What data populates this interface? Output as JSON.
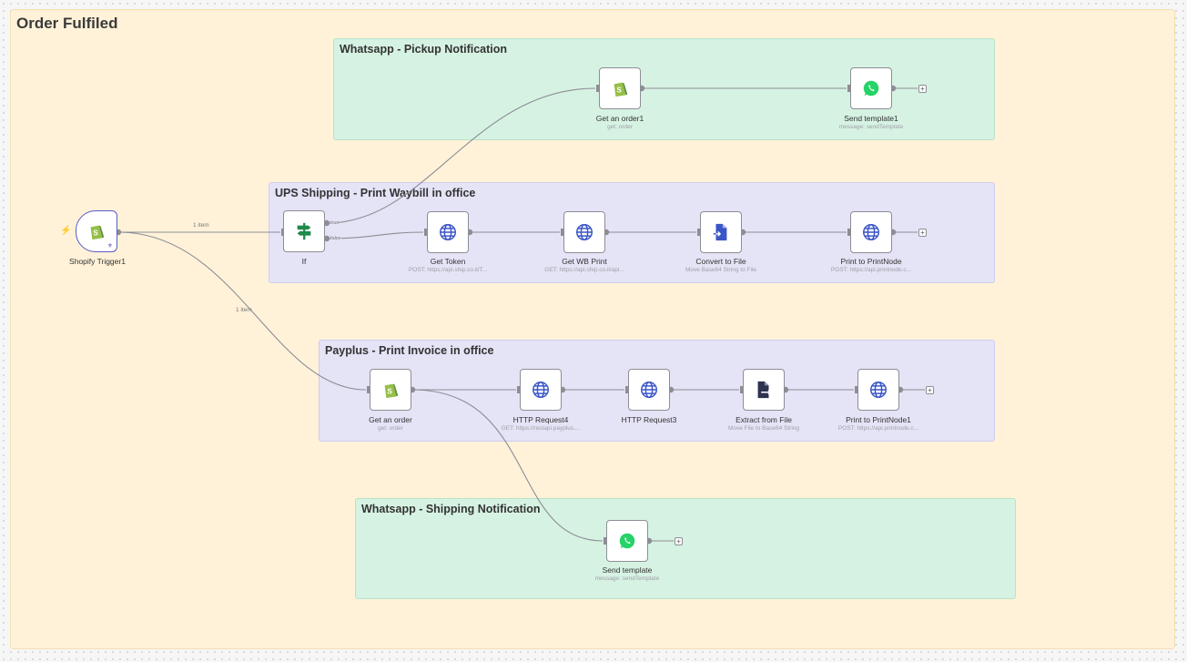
{
  "workflow": {
    "title": "Order Fulfiled"
  },
  "groups": {
    "pickup": {
      "title": "Whatsapp - Pickup Notification",
      "color": "#d6f2e3"
    },
    "ups": {
      "title": "UPS Shipping - Print Waybill in office",
      "color": "#e5e3f6"
    },
    "payplus": {
      "title": "Payplus - Print Invoice in office",
      "color": "#e5e3f6"
    },
    "shipping": {
      "title": "Whatsapp - Shipping Notification",
      "color": "#d6f2e3"
    }
  },
  "nodes": {
    "shopify_trigger": {
      "label": "Shopify Trigger1",
      "icon": "shopify-icon"
    },
    "if": {
      "label": "If",
      "icon": "signpost-icon",
      "true_label": "true",
      "false_label": "false"
    },
    "get_order1": {
      "label": "Get an order1",
      "sub": "get: order",
      "icon": "shopify-icon"
    },
    "send_template1": {
      "label": "Send template1",
      "sub": "message: sendTemplate",
      "icon": "whatsapp-icon"
    },
    "get_token": {
      "label": "Get Token",
      "sub": "POST: https://api.ship.co.il/T...",
      "icon": "globe-icon"
    },
    "get_wb_print": {
      "label": "Get WB Print",
      "sub": "GET: https://api.ship.co.il/api...",
      "icon": "globe-icon"
    },
    "convert_to_file": {
      "label": "Convert to File",
      "sub": "Move Base64 String to File",
      "icon": "file-convert-icon"
    },
    "print_to_printnode": {
      "label": "Print to PrintNode",
      "sub": "POST: https://api.printnode.c...",
      "icon": "globe-icon"
    },
    "get_order": {
      "label": "Get an order",
      "sub": "get: order",
      "icon": "shopify-icon"
    },
    "http_request4": {
      "label": "HTTP Request4",
      "sub": "GET: https://restapi.payplus....",
      "icon": "globe-icon"
    },
    "http_request3": {
      "label": "HTTP Request3",
      "icon": "globe-icon"
    },
    "extract_from_file": {
      "label": "Extract from File",
      "sub": "Move File to Base64 String",
      "icon": "file-extract-icon"
    },
    "print_to_printnode1": {
      "label": "Print to PrintNode1",
      "sub": "POST: https://api.printnode.c...",
      "icon": "globe-icon"
    },
    "send_template": {
      "label": "Send template",
      "sub": "message: sendTemplate",
      "icon": "whatsapp-icon"
    }
  },
  "edges": {
    "trigger_to_if_label": "1 item",
    "trigger_to_get_order_label": "1 item"
  },
  "colors": {
    "canvas_sticky": "#fff2d9",
    "shopify_green": "#95bf47",
    "whatsapp_green": "#25d366",
    "http_blue": "#3a55c7",
    "trigger_border": "#5b59c6"
  }
}
